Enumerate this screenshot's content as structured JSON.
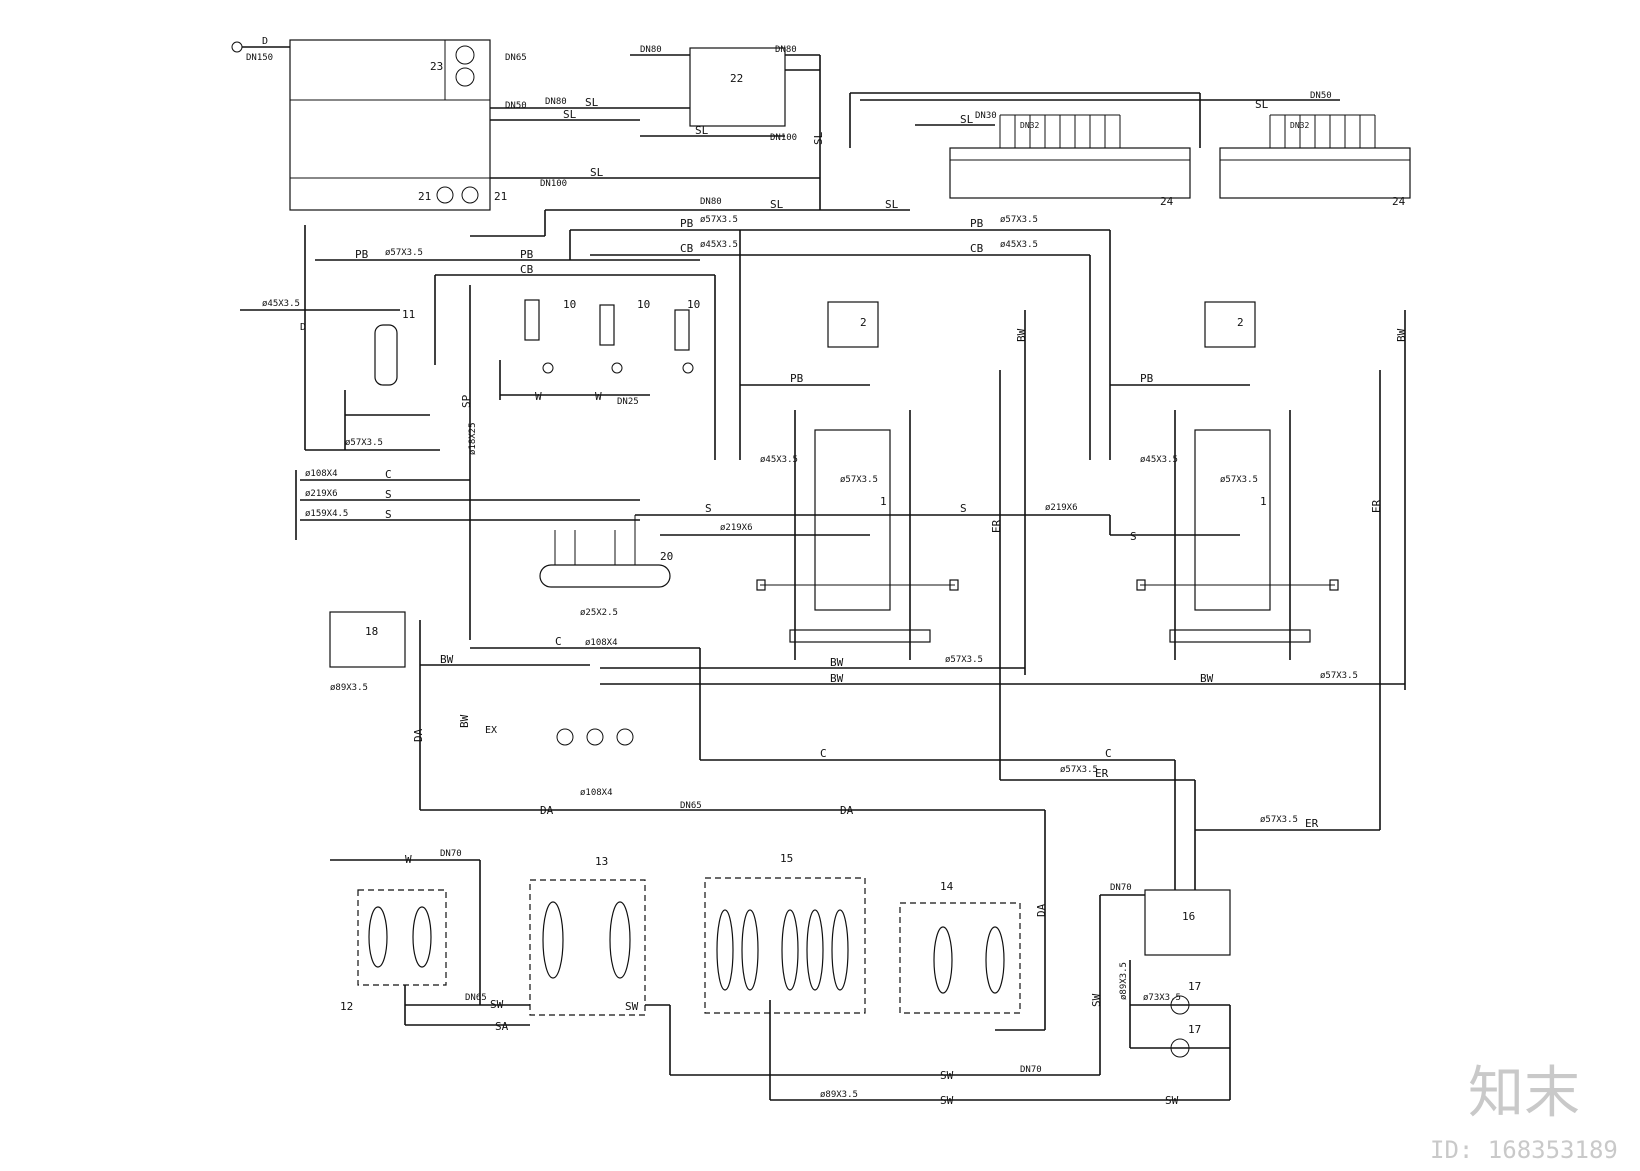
{
  "pipe_codes": {
    "SL": "SL",
    "PB": "PB",
    "CB": "CB",
    "C": "C",
    "S": "S",
    "SP": "SP",
    "W": "W",
    "BW": "BW",
    "ER": "ER",
    "DA": "DA",
    "SW": "SW",
    "SA": "SA",
    "D": "D",
    "EX": "EX"
  },
  "equipment_tags": {
    "e1": "1",
    "e2": "2",
    "e10": "10",
    "e11": "11",
    "e12": "12",
    "e13": "13",
    "e14": "14",
    "e15": "15",
    "e16": "16",
    "e17": "17",
    "e18": "18",
    "e20": "20",
    "e21": "21",
    "e22": "22",
    "e23": "23",
    "e24": "24"
  },
  "sizes": {
    "dn150": "DN150",
    "dn100": "DN100",
    "dn80": "DN80",
    "dn70": "DN70",
    "dn65": "DN65",
    "dn50": "DN50",
    "dn32": "DN32",
    "dn30": "DN30",
    "dn25": "DN25",
    "p57": "ø57X3.5",
    "p45": "ø45X3.5",
    "p219": "ø219X6",
    "p159": "ø159X4.5",
    "p108": "ø108X4",
    "p89": "ø89X3.5",
    "p73": "ø73X3.5",
    "p25": "ø25X2.5",
    "p18": "ø18X25"
  },
  "watermark": {
    "brand": "知末",
    "id": "ID: 168353189"
  }
}
